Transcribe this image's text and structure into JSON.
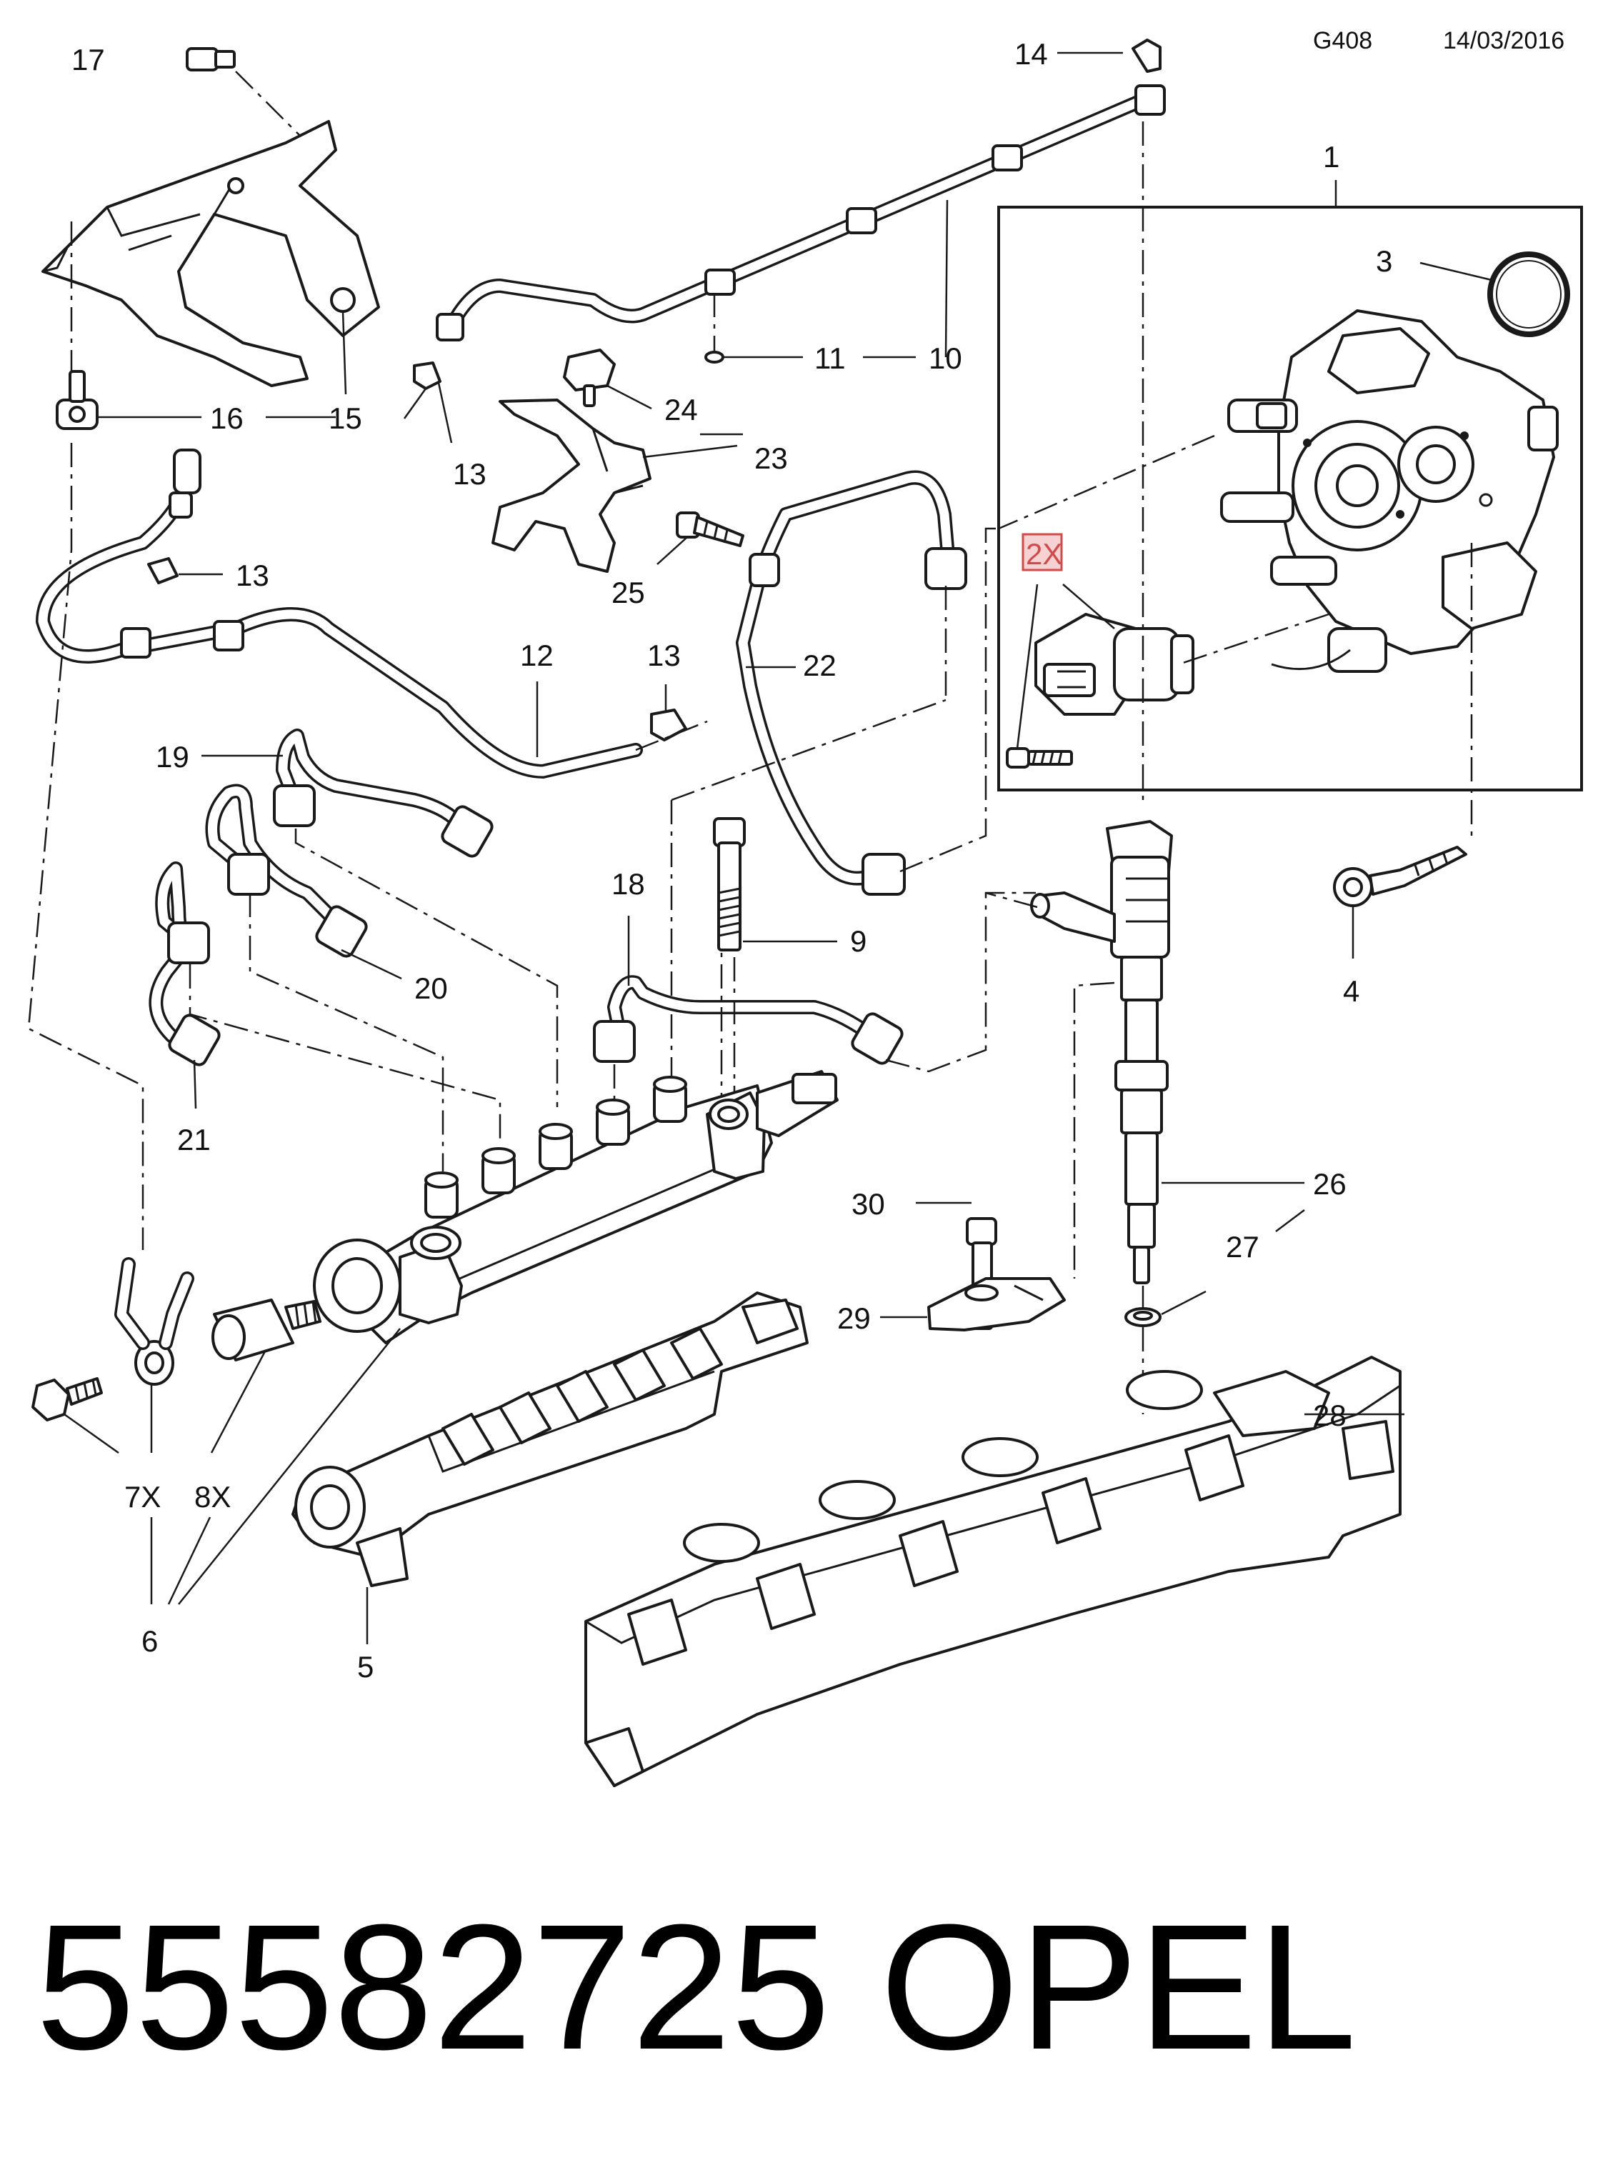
{
  "header": {
    "figure_code": "G408",
    "date": "14/03/2016"
  },
  "footer": {
    "part_number": "55582725",
    "brand": "OPEL"
  },
  "callouts": {
    "c1": "1",
    "c2x": "2X",
    "c3": "3",
    "c4": "4",
    "c5": "5",
    "c6": "6",
    "c7x": "7X",
    "c8x": "8X",
    "c9": "9",
    "c10": "10",
    "c11": "11",
    "c12": "12",
    "c13a": "13",
    "c13b": "13",
    "c13c": "13",
    "c14": "14",
    "c15": "15",
    "c16": "16",
    "c17": "17",
    "c18": "18",
    "c19": "19",
    "c20": "20",
    "c21": "21",
    "c22": "22",
    "c23": "23",
    "c24": "24",
    "c25": "25",
    "c26": "26",
    "c27": "27",
    "c28": "28",
    "c29": "29",
    "c30": "30"
  },
  "colors": {
    "line": "#1a1a1a",
    "highlight_fill": "#f6d2d2",
    "highlight_stroke": "#d24a4a",
    "highlight_text": "#d24a4a"
  }
}
